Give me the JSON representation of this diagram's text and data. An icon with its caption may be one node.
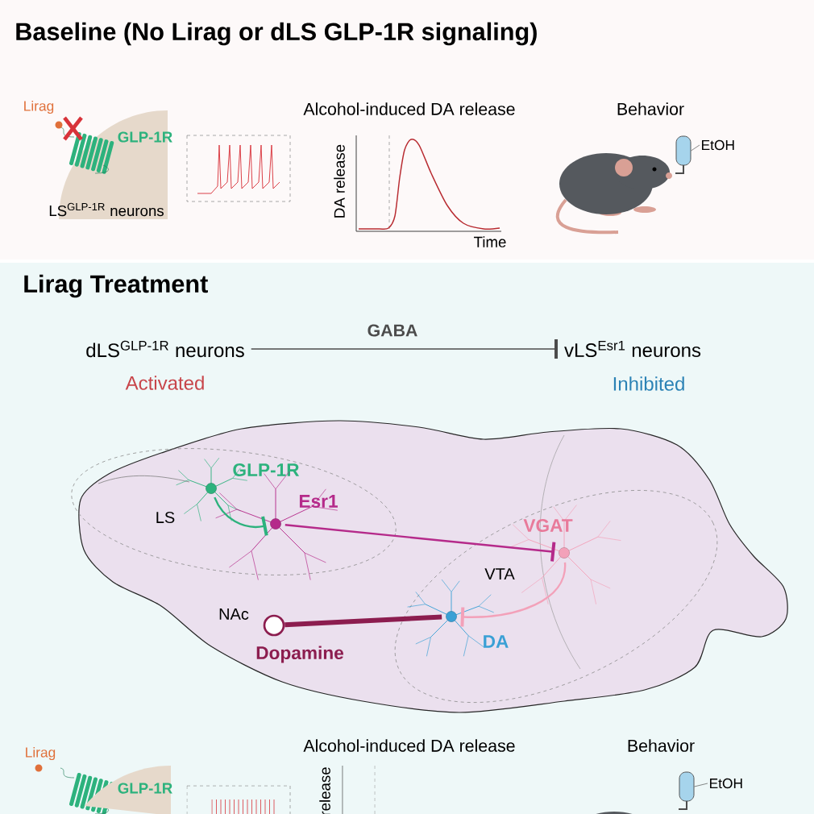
{
  "diagram": {
    "nodes": [
      {
        "text": [
          "Baseline (No Lirag or dLS GLP-1R signaling)"
        ]
      },
      {
        "text": [
          "LS$^{GLP-1R}$ neurons"
        ],
        "in": 0
      },
      {
        "text": [
          "EtOH"
        ],
        "in": 0
      },
      {
        "text": [],
        "shape": "box",
        "in": 0
      },
      {
        "text": [
          "Lirag Treatment"
        ]
      },
      {
        "text": [
          "dLS$^{GLP-1R}$ neurons"
        ],
        "beside": [
          "Activated"
        ],
        "in": 4
      },
      {
        "text": [
          "vLS$^{Esr1}$ neurons"
        ],
        "beside": [
          "Inhibited"
        ],
        "in": 4
      },
      {
        "text": [],
        "shape": "picture",
        "in": 4
      },
      {
        "text": [
          "LS"
        ],
        "in": 7
      },
      {
        "text": [
          "VTA"
        ],
        "in": 7
      },
      {
        "text": [
          "GLP-1R"
        ],
        "in": 8
      },
      {
        "text": [
          "Esr1"
        ],
        "in": 8
      },
      {
        "text": [
          "VGAT"
        ],
        "in": 9
      },
      {
        "text": [
          "DA"
        ],
        "in": 9
      },
      {
        "text": [
          "NAc"
        ],
        "in": 7
      },
      {
        "text": [
          "EtOH"
        ],
        "in": 4
      },
      {
        "text": [],
        "shape": "box",
        "in": 4
      }
    ],
    "edges": [
      {
        "from": 5,
        "to": 6,
        "arrow": "other",
        "label": "GABA"
      },
      {
        "from": 10,
        "to": 11,
        "arrow": "other",
        "color": "#2db27d"
      },
      {
        "from": 11,
        "to": 12,
        "arrow": "other",
        "color": "#b52a8a"
      },
      {
        "from": 12,
        "to": 13,
        "arrow": "other",
        "color": "#f3a1b9"
      },
      {
        "from": 13,
        "to": 14,
        "arrow": "none",
        "label": "Dopamine",
        "style": "thick",
        "color": "#8c1d4f"
      },
      {
        "from": 2,
        "to": 3,
        "arrow": "none"
      },
      {
        "from": 15,
        "to": 16,
        "arrow": "none"
      }
    ],
    "labels": [
      "Lirag",
      "GLP-1R",
      "Alcohol-induced DA release",
      "Behavior",
      "DA release",
      "Time",
      "Lirag",
      "Alcohol-induced DA release",
      "Behavior",
      "GLP-1R",
      "release"
    ]
  }
}
